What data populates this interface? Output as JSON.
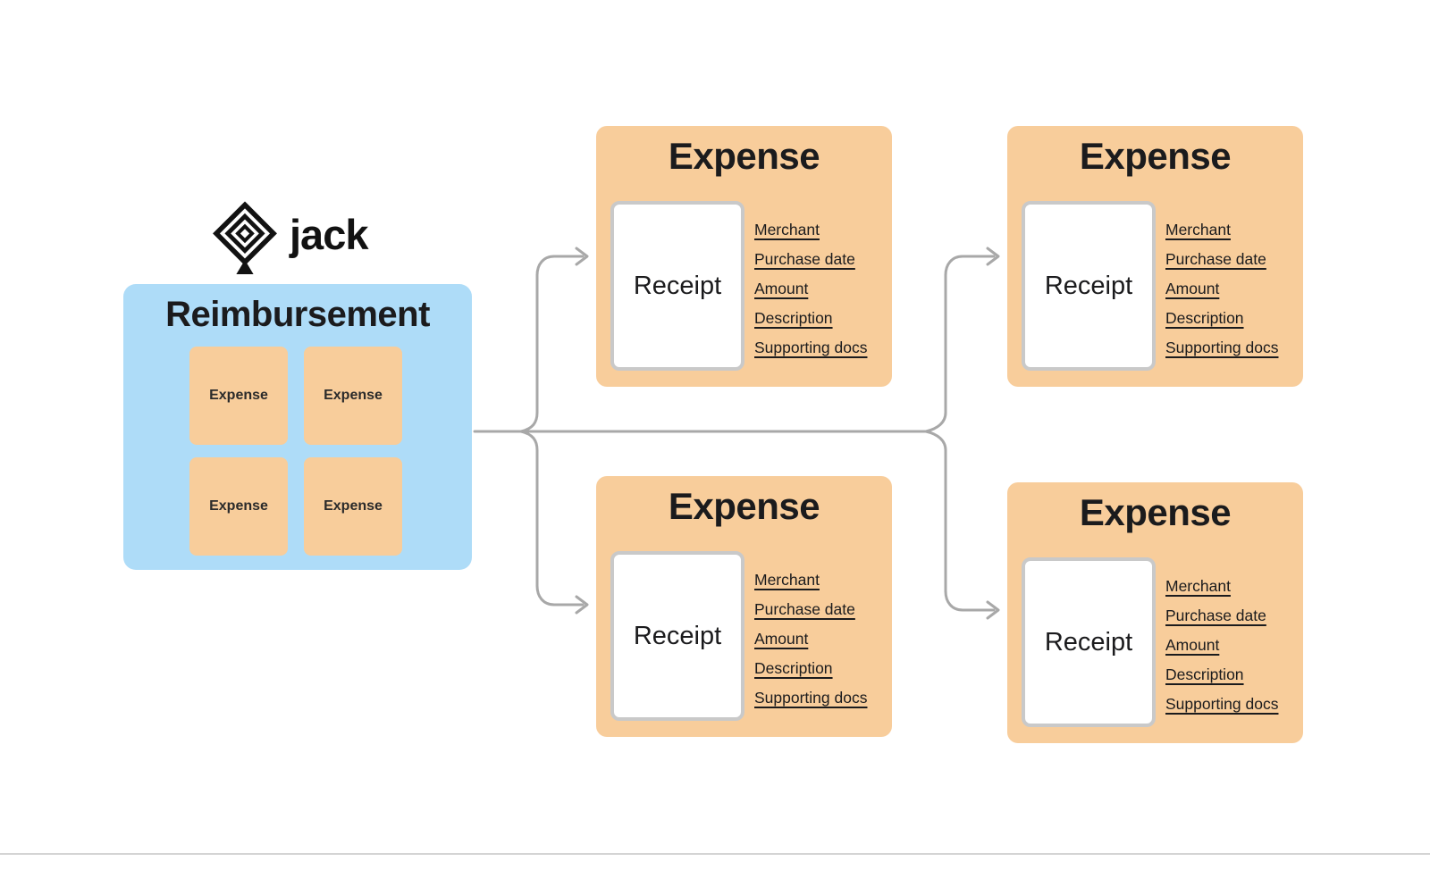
{
  "logo": {
    "text": "jack",
    "icon": "jack-spade-knot-logo"
  },
  "reimbursement": {
    "title": "Reimbursement",
    "expense_items": [
      "Expense",
      "Expense",
      "Expense",
      "Expense"
    ]
  },
  "expense_cards": [
    {
      "title": "Expense",
      "receipt_label": "Receipt",
      "fields": [
        "Merchant",
        "Purchase date",
        "Amount",
        "Description",
        "Supporting docs"
      ]
    },
    {
      "title": "Expense",
      "receipt_label": "Receipt",
      "fields": [
        "Merchant",
        "Purchase date",
        "Amount",
        "Description",
        "Supporting docs"
      ]
    },
    {
      "title": "Expense",
      "receipt_label": "Receipt",
      "fields": [
        "Merchant",
        "Purchase date",
        "Amount",
        "Description",
        "Supporting docs"
      ]
    },
    {
      "title": "Expense",
      "receipt_label": "Receipt",
      "fields": [
        "Merchant",
        "Purchase date",
        "Amount",
        "Description",
        "Supporting docs"
      ]
    }
  ],
  "colors": {
    "card_orange": "#F8CD9B",
    "container_blue": "#AEDCF8",
    "connector_gray": "#A8A8A8",
    "receipt_border": "#C9C9C9",
    "text_dark": "#1B1B1D",
    "divider_gray": "#D4D4D4"
  }
}
